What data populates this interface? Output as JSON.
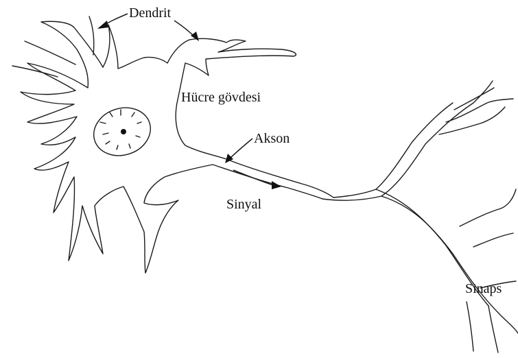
{
  "labels": {
    "dendrit": "Dendrit",
    "hucre_govdesi": "Hücre gövdesi",
    "akson": "Akson",
    "sinyal": "Sinyal",
    "sinaps": "Sinaps"
  },
  "colors": {
    "line": "#1a1a1a",
    "background": "#ffffff"
  }
}
